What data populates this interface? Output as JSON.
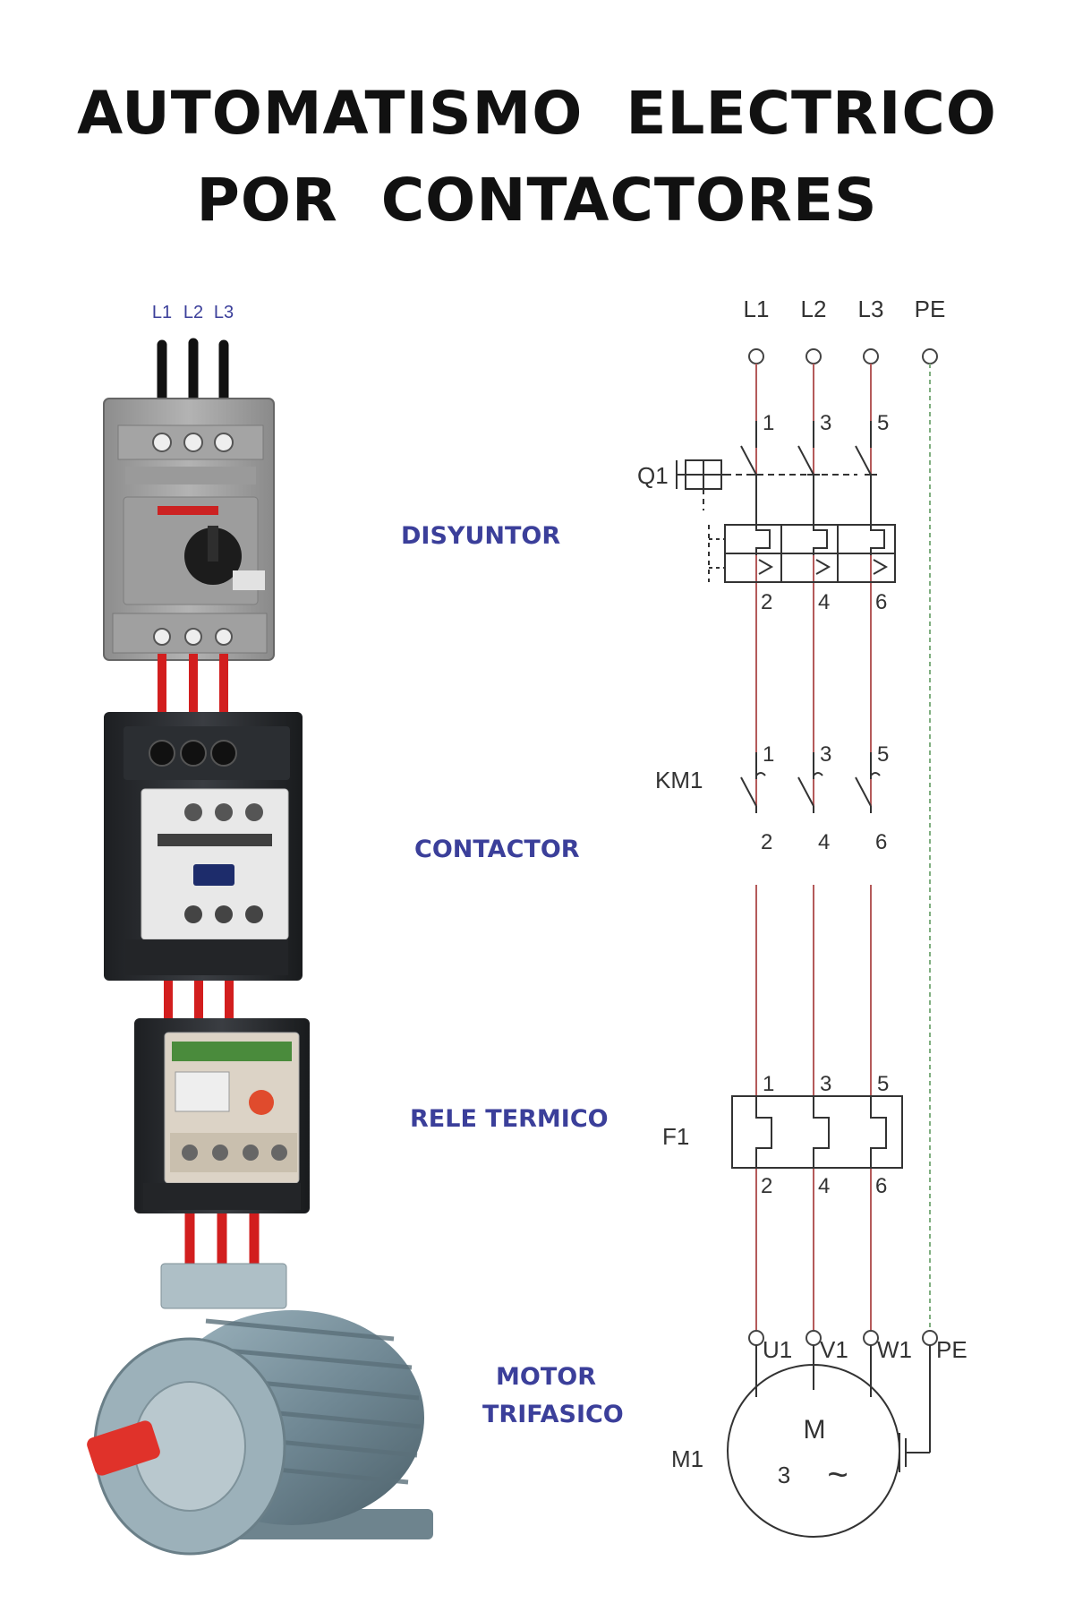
{
  "title": {
    "line1": "AUTOMATISMO  ELECTRICO",
    "line2": "POR  CONTACTORES"
  },
  "photo": {
    "lines": [
      "L1",
      "L2",
      "L3"
    ]
  },
  "components": [
    {
      "id": "disyuntor",
      "label": "DISYUNTOR",
      "ref": "Q1",
      "top_terminals": [
        "1",
        "3",
        "5"
      ],
      "bottom_terminals": [
        "2",
        "4",
        "6"
      ]
    },
    {
      "id": "contactor",
      "label": "CONTACTOR",
      "ref": "KM1",
      "top_terminals": [
        "1",
        "3",
        "5"
      ],
      "bottom_terminals": [
        "2",
        "4",
        "6"
      ]
    },
    {
      "id": "rele",
      "label": "RELE TERMICO",
      "ref": "F1",
      "top_terminals": [
        "1",
        "3",
        "5"
      ],
      "bottom_terminals": [
        "2",
        "4",
        "6"
      ]
    },
    {
      "id": "motor",
      "label_line1": "MOTOR",
      "label_line2": "TRIFASICO",
      "ref": "M1"
    }
  ],
  "schematic": {
    "supply": [
      "L1",
      "L2",
      "L3",
      "PE"
    ],
    "motor_terminals": [
      "U1",
      "V1",
      "W1",
      "PE"
    ],
    "motor_letter": "M",
    "motor_phases": "3",
    "motor_symbol": "~"
  },
  "colors": {
    "label_blue": "#3b3f9a",
    "wire_red": "#d21e1e",
    "line_brown": "#b45a5a",
    "pe_green": "#7fae7f"
  }
}
